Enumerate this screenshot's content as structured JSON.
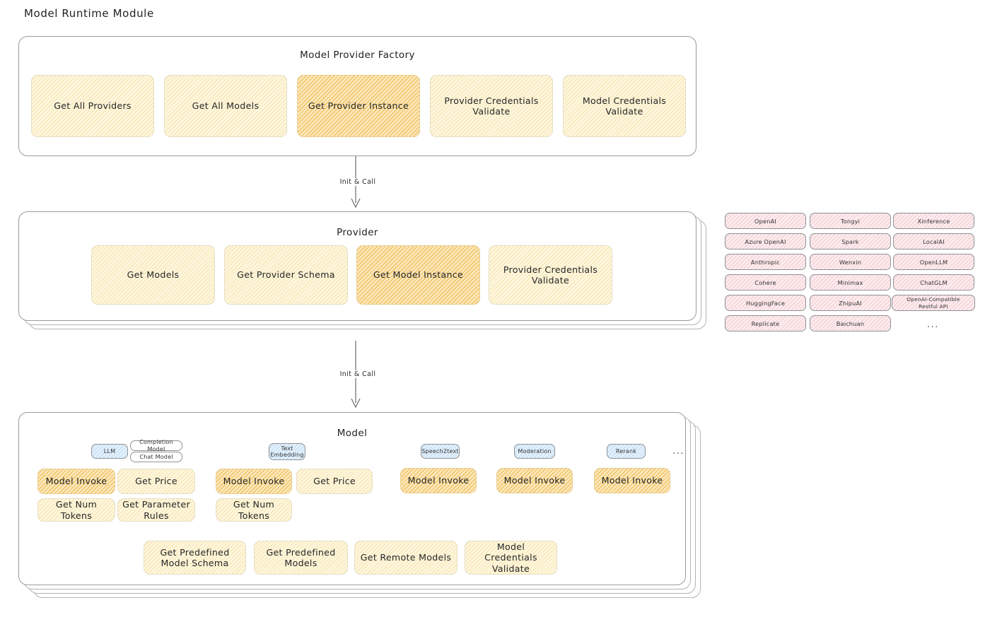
{
  "page": {
    "title": "Model Runtime Module"
  },
  "factory": {
    "title": "Model Provider Factory",
    "nodes": [
      {
        "label": "Get All Providers",
        "style": "pale"
      },
      {
        "label": "Get All Models",
        "style": "pale"
      },
      {
        "label": "Get Provider Instance",
        "style": "amber"
      },
      {
        "label": "Provider Credentials Validate",
        "style": "pale"
      },
      {
        "label": "Model Credentials Validate",
        "style": "pale"
      }
    ]
  },
  "arrows": [
    {
      "label": "Init & Call"
    },
    {
      "label": "Init & Call"
    }
  ],
  "provider": {
    "title": "Provider",
    "nodes": [
      {
        "label": "Get Models",
        "style": "pale"
      },
      {
        "label": "Get Provider Schema",
        "style": "pale"
      },
      {
        "label": "Get Model Instance",
        "style": "amber"
      },
      {
        "label": "Provider Credentials Validate",
        "style": "pale"
      }
    ]
  },
  "provider_tags": {
    "columns": [
      [
        "OpenAI",
        "Azure OpenAI",
        "Anthropic",
        "Cohere",
        "HuggingFace",
        "Replicate"
      ],
      [
        "Tongyi",
        "Spark",
        "Wenxin",
        "Minimax",
        "ZhipuAI",
        "Baichuan"
      ],
      [
        "Xinference",
        "LocalAI",
        "OpenLLM",
        "ChatGLM",
        "OpenAI-Compatible Restful API"
      ]
    ],
    "more": "..."
  },
  "model": {
    "title": "Model",
    "more": "...",
    "types": [
      {
        "name": "LLM",
        "subtags": [
          "Completion Model",
          "Chat Model"
        ]
      },
      {
        "name": "Text Embedding",
        "subtags": []
      },
      {
        "name": "Speech2text",
        "subtags": []
      },
      {
        "name": "Moderation",
        "subtags": []
      },
      {
        "name": "Rerank",
        "subtags": []
      }
    ],
    "llm_ops": [
      {
        "label": "Model Invoke",
        "style": "amber"
      },
      {
        "label": "Get Price",
        "style": "pale"
      },
      {
        "label": "Get Num Tokens",
        "style": "pale"
      },
      {
        "label": "Get Parameter Rules",
        "style": "pale"
      }
    ],
    "embedding_ops": [
      {
        "label": "Model Invoke",
        "style": "amber"
      },
      {
        "label": "Get Price",
        "style": "pale"
      },
      {
        "label": "Get Num Tokens",
        "style": "pale"
      }
    ],
    "speech_ops": [
      {
        "label": "Model Invoke",
        "style": "amber"
      }
    ],
    "moderation_ops": [
      {
        "label": "Model Invoke",
        "style": "amber"
      }
    ],
    "rerank_ops": [
      {
        "label": "Model Invoke",
        "style": "amber"
      }
    ],
    "common_ops": [
      {
        "label": "Get Predefined Model Schema",
        "style": "pale"
      },
      {
        "label": "Get Predefined Models",
        "style": "pale"
      },
      {
        "label": "Get Remote Models",
        "style": "pale"
      },
      {
        "label": "Model Credentials Validate",
        "style": "pale"
      }
    ]
  },
  "colors": {
    "pale_fill": "#fdf6e0",
    "amber_fill": "#fbe7bb",
    "blue_fill": "#e3f0fb",
    "pink_fill": "#fcecee",
    "panel_border": "#9b9b9b",
    "text": "#262626"
  }
}
